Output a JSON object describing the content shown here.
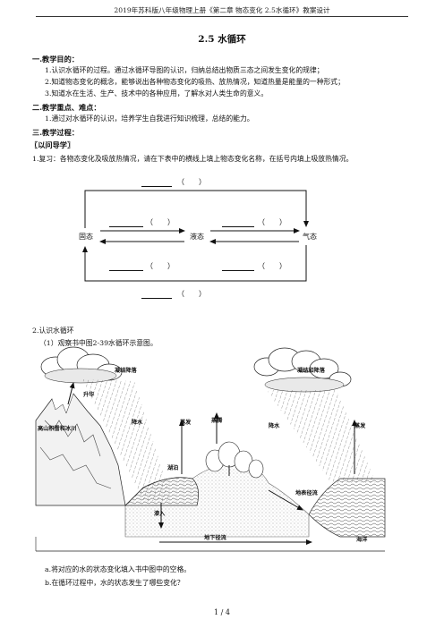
{
  "header": {
    "text": "2019年苏科版八年级物理上册《第二章 物态变化 2.5水循环》教案设计"
  },
  "title": "2.5 水循环",
  "objectives": {
    "heading": "一.教学目的：",
    "items": [
      "1.认识水循环的过程。通过水循环导图的认识，归纳总结出物质三态之间发生变化的规律；",
      "2.知道物态变化的概念，能够说出各种物态变化的吸热、放热情况，知道热量是能量的一种形式；",
      "3.知道水在生活、生产、技术中的各种应用，了解水对人类生命的意义。"
    ]
  },
  "keypoints": {
    "heading": "二.教学重点、难点：",
    "items": [
      "1.通过对水循环的认识，培养学生自我进行知识梳理，总结的能力。"
    ]
  },
  "process": {
    "heading": "三.教学过程："
  },
  "guide": {
    "heading": "〖以问导学〗"
  },
  "review": {
    "text": "1.复习：各物态变化及吸放热情况，请在下表中的横线上填上物态变化名称，在括号内填上吸放热情况。"
  },
  "states": {
    "solid": "固态",
    "liquid": "液态",
    "gas": "气态"
  },
  "paren": "（　　）",
  "section2": {
    "heading": "2.认识水循环",
    "sub1": "（1）观察书中图2-39水循环示意图。"
  },
  "diagram_labels": {
    "condense_fall_left": "凝结降落",
    "sublimation": "升华",
    "snow_mountain": "高山积雪和冰川",
    "precipitation_left": "降水",
    "evaporation_left": "蒸发",
    "transpiration": "蒸腾",
    "lake": "湖泊",
    "infiltration": "渗入",
    "groundwater": "地下径流",
    "condense_fall_right": "凝结和降落",
    "precipitation_right": "降水",
    "evaporation_right": "蒸发",
    "surface_runoff": "地表径流",
    "ocean": "海洋"
  },
  "questions": {
    "a": "a.将对应的水的状态变化填入书中图中的空格。",
    "b": "b.在循环过程中，水的状态发生了哪些变化？"
  },
  "footer": {
    "page": "1 / 4"
  }
}
